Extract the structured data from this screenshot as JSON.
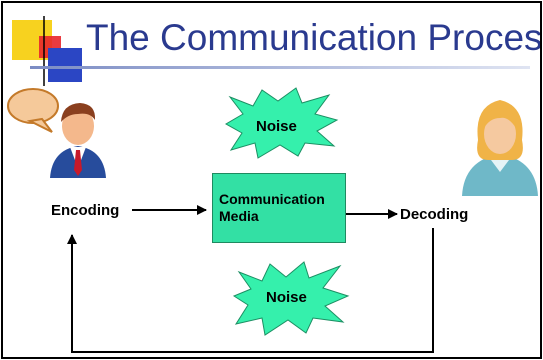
{
  "slide": {
    "title": "The Communication Process"
  },
  "diagram": {
    "encoding_label": "Encoding",
    "decoding_label": "Decoding",
    "media_label": "Communication Media",
    "noise_top_label": "Noise",
    "noise_bottom_label": "Noise"
  },
  "colors": {
    "title": "#2a3a8f",
    "noise_fill": "#35f0ac",
    "media_fill": "#33e0a4",
    "logo_yellow": "#f7d21f",
    "logo_red": "#e8262b",
    "logo_blue": "#2b46c4"
  },
  "icons": {
    "sender": "man-with-speech-bubble-icon",
    "receiver": "woman-avatar-icon",
    "logo": "colored-squares-logo-icon"
  }
}
